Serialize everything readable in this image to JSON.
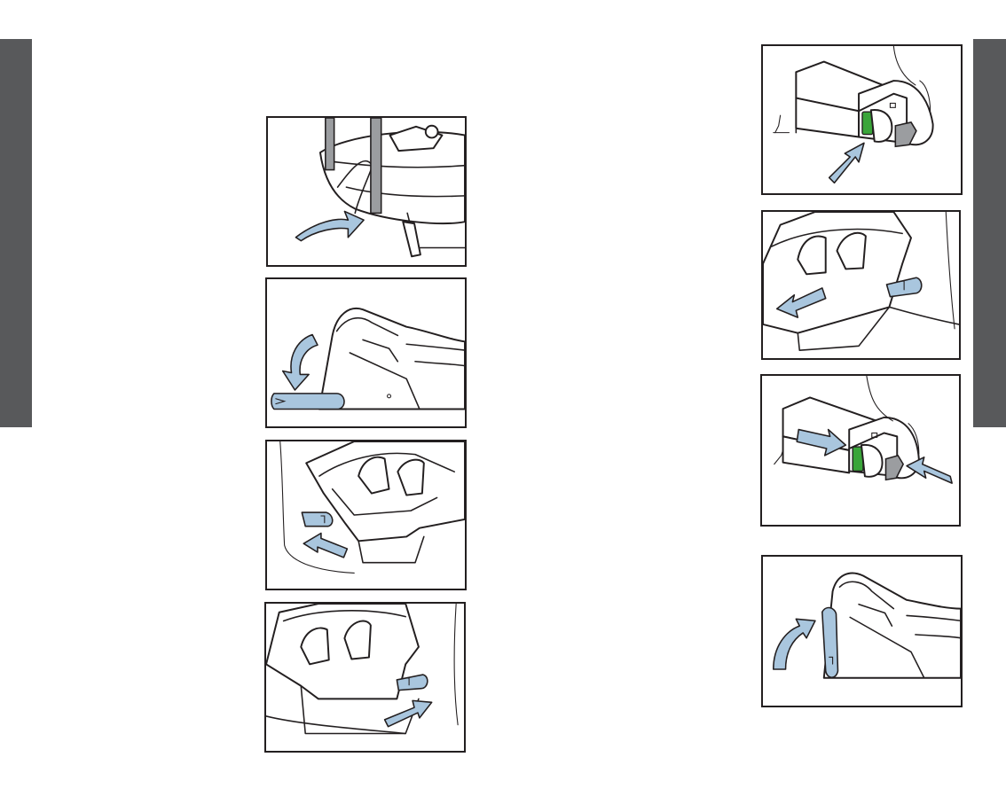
{
  "colors": {
    "side_tab": "#58595b",
    "arrow_fill": "#a9c6de",
    "latch_green": "#3aa53a",
    "latch_gray": "#9b9da0",
    "outline": "#231f20"
  },
  "illustrations": [
    {
      "id": "belt-routing",
      "icon": "curved-arrow-icon"
    },
    {
      "id": "stand-lowered",
      "icon": "curved-arrow-down-icon"
    },
    {
      "id": "carrier-engage-left",
      "icon": "arrow-left-icon"
    },
    {
      "id": "carrier-engage-right",
      "icon": "arrow-right-icon"
    },
    {
      "id": "latch-indicator-press",
      "icon": "arrow-diagonal-icon"
    },
    {
      "id": "carrier-remove",
      "icon": "arrow-down-left-icon"
    },
    {
      "id": "latch-squeeze",
      "icon": "double-arrow-inward-icon"
    },
    {
      "id": "stand-raised",
      "icon": "curved-arrow-up-icon"
    }
  ]
}
